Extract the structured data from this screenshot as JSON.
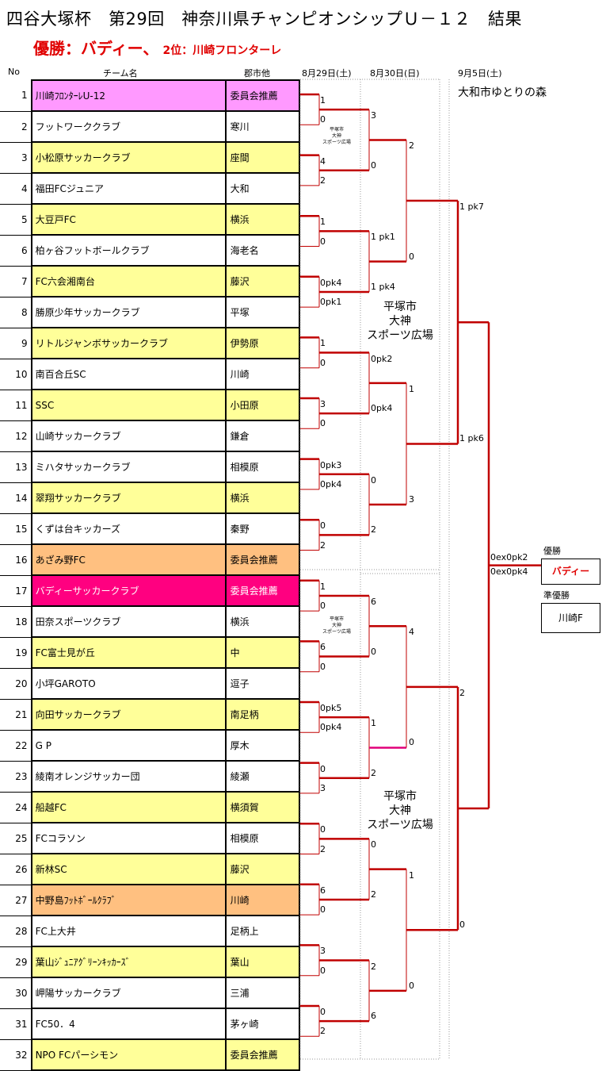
{
  "title": "四谷大塚杯　第29回　神奈川県チャンピオンシップＵ－１２　結果",
  "subtitle": {
    "winner_label": "優勝：",
    "winner": "バディー、",
    "runner_up": "2位：川崎フロンターレ"
  },
  "headers": {
    "no": "No",
    "team": "チーム名",
    "city": "郡市他",
    "day1": "8月29日(土)",
    "day2": "8月30日(日)",
    "day3": "9月5日(土)"
  },
  "teams": [
    {
      "no": "1",
      "name": "川崎ﾌﾛﾝﾀｰﾚU-12",
      "city": "委員会推薦",
      "bg": "pink"
    },
    {
      "no": "2",
      "name": "フットワーククラブ",
      "city": "寒川",
      "bg": "white"
    },
    {
      "no": "3",
      "name": "小松原サッカークラブ",
      "city": "座間",
      "bg": "yellow"
    },
    {
      "no": "4",
      "name": "福田FCジュニア",
      "city": "大和",
      "bg": "white"
    },
    {
      "no": "5",
      "name": "大豆戸FC",
      "city": "横浜",
      "bg": "yellow"
    },
    {
      "no": "6",
      "name": "柏ヶ谷フットボールクラブ",
      "city": "海老名",
      "bg": "white"
    },
    {
      "no": "7",
      "name": "FC六会湘南台",
      "city": "藤沢",
      "bg": "yellow"
    },
    {
      "no": "8",
      "name": "勝原少年サッカークラブ",
      "city": "平塚",
      "bg": "white"
    },
    {
      "no": "9",
      "name": "リトルジャンボサッカークラブ",
      "city": "伊勢原",
      "bg": "yellow"
    },
    {
      "no": "10",
      "name": "南百合丘SC",
      "city": "川崎",
      "bg": "white"
    },
    {
      "no": "11",
      "name": "SSC",
      "city": "小田原",
      "bg": "yellow"
    },
    {
      "no": "12",
      "name": "山崎サッカークラブ",
      "city": "鎌倉",
      "bg": "white"
    },
    {
      "no": "13",
      "name": "ミハタサッカークラブ",
      "city": "相模原",
      "bg": "white"
    },
    {
      "no": "14",
      "name": "翠翔サッカークラブ",
      "city": "横浜",
      "bg": "yellow"
    },
    {
      "no": "15",
      "name": "くずは台キッカーズ",
      "city": "秦野",
      "bg": "white"
    },
    {
      "no": "16",
      "name": "あざみ野FC",
      "city": "委員会推薦",
      "bg": "orange"
    },
    {
      "no": "17",
      "name": "バディーサッカークラブ",
      "city": "委員会推薦",
      "bg": "magenta"
    },
    {
      "no": "18",
      "name": "田奈スポーツクラブ",
      "city": "横浜",
      "bg": "white"
    },
    {
      "no": "19",
      "name": "FC富士見が丘",
      "city": "中",
      "bg": "yellow"
    },
    {
      "no": "20",
      "name": "小坪GAROTO",
      "city": "逗子",
      "bg": "white"
    },
    {
      "no": "21",
      "name": "向田サッカークラブ",
      "city": "南足柄",
      "bg": "yellow"
    },
    {
      "no": "22",
      "name": "G P",
      "city": "厚木",
      "bg": "white"
    },
    {
      "no": "23",
      "name": "綾南オレンジサッカー団",
      "city": "綾瀬",
      "bg": "white"
    },
    {
      "no": "24",
      "name": "船越FC",
      "city": "横須賀",
      "bg": "yellow"
    },
    {
      "no": "25",
      "name": "FCコラソン",
      "city": "相模原",
      "bg": "white"
    },
    {
      "no": "26",
      "name": "新林SC",
      "city": "藤沢",
      "bg": "yellow"
    },
    {
      "no": "27",
      "name": "中野島ﾌｯﾄﾎﾞｰﾙｸﾗﾌﾞ",
      "city": "川崎",
      "bg": "orange"
    },
    {
      "no": "28",
      "name": "FC上大井",
      "city": "足柄上",
      "bg": "white"
    },
    {
      "no": "29",
      "name": "葉山ｼﾞｭﾆｱｸﾞﾘｰﾝｷｯｶｰｽﾞ",
      "city": "葉山",
      "bg": "yellow"
    },
    {
      "no": "30",
      "name": "岬陽サッカークラブ",
      "city": "三浦",
      "bg": "white"
    },
    {
      "no": "31",
      "name": "FC50．4",
      "city": "茅ヶ崎",
      "bg": "white"
    },
    {
      "no": "32",
      "name": "NPO FCパーシモン",
      "city": "委員会推薦",
      "bg": "yellow"
    }
  ],
  "scores": {
    "r1": [
      "1",
      "0",
      "4",
      "2",
      "1",
      "0",
      "0pk4",
      "0pk1",
      "1",
      "0",
      "3",
      "0",
      "0pk3",
      "0pk4",
      "0",
      "2",
      "1",
      "0",
      "6",
      "0",
      "0pk5",
      "0pk4",
      "0",
      "3",
      "0",
      "2",
      "6",
      "0",
      "3",
      "0",
      "0",
      "2"
    ],
    "r2": [
      "3",
      "0",
      "1 pk1",
      "1 pk4",
      "0pk2",
      "0pk4",
      "0",
      "2",
      "6",
      "0",
      "1",
      "2",
      "0",
      "2",
      "2",
      "6"
    ],
    "r3": [
      "2",
      "0",
      "1",
      "3",
      "4",
      "0",
      "1",
      "0"
    ],
    "r4": [
      "1 pk7",
      "1 pk6",
      "2",
      "0"
    ],
    "final": [
      "0ex0pk2",
      "0ex0pk4"
    ]
  },
  "venues": {
    "small": "平塚市\n大神\nスポーツ広場",
    "hiratsuka": "平塚市\n大神\nスポーツ広場",
    "yamato": "大和市ゆとりの森"
  },
  "results": {
    "champion_label": "優勝",
    "champion": "バディー",
    "runner_label": "準優勝",
    "runner": "川崎F"
  },
  "colors": {
    "bracket": "#c00000",
    "pink_line": "#e0007a"
  }
}
